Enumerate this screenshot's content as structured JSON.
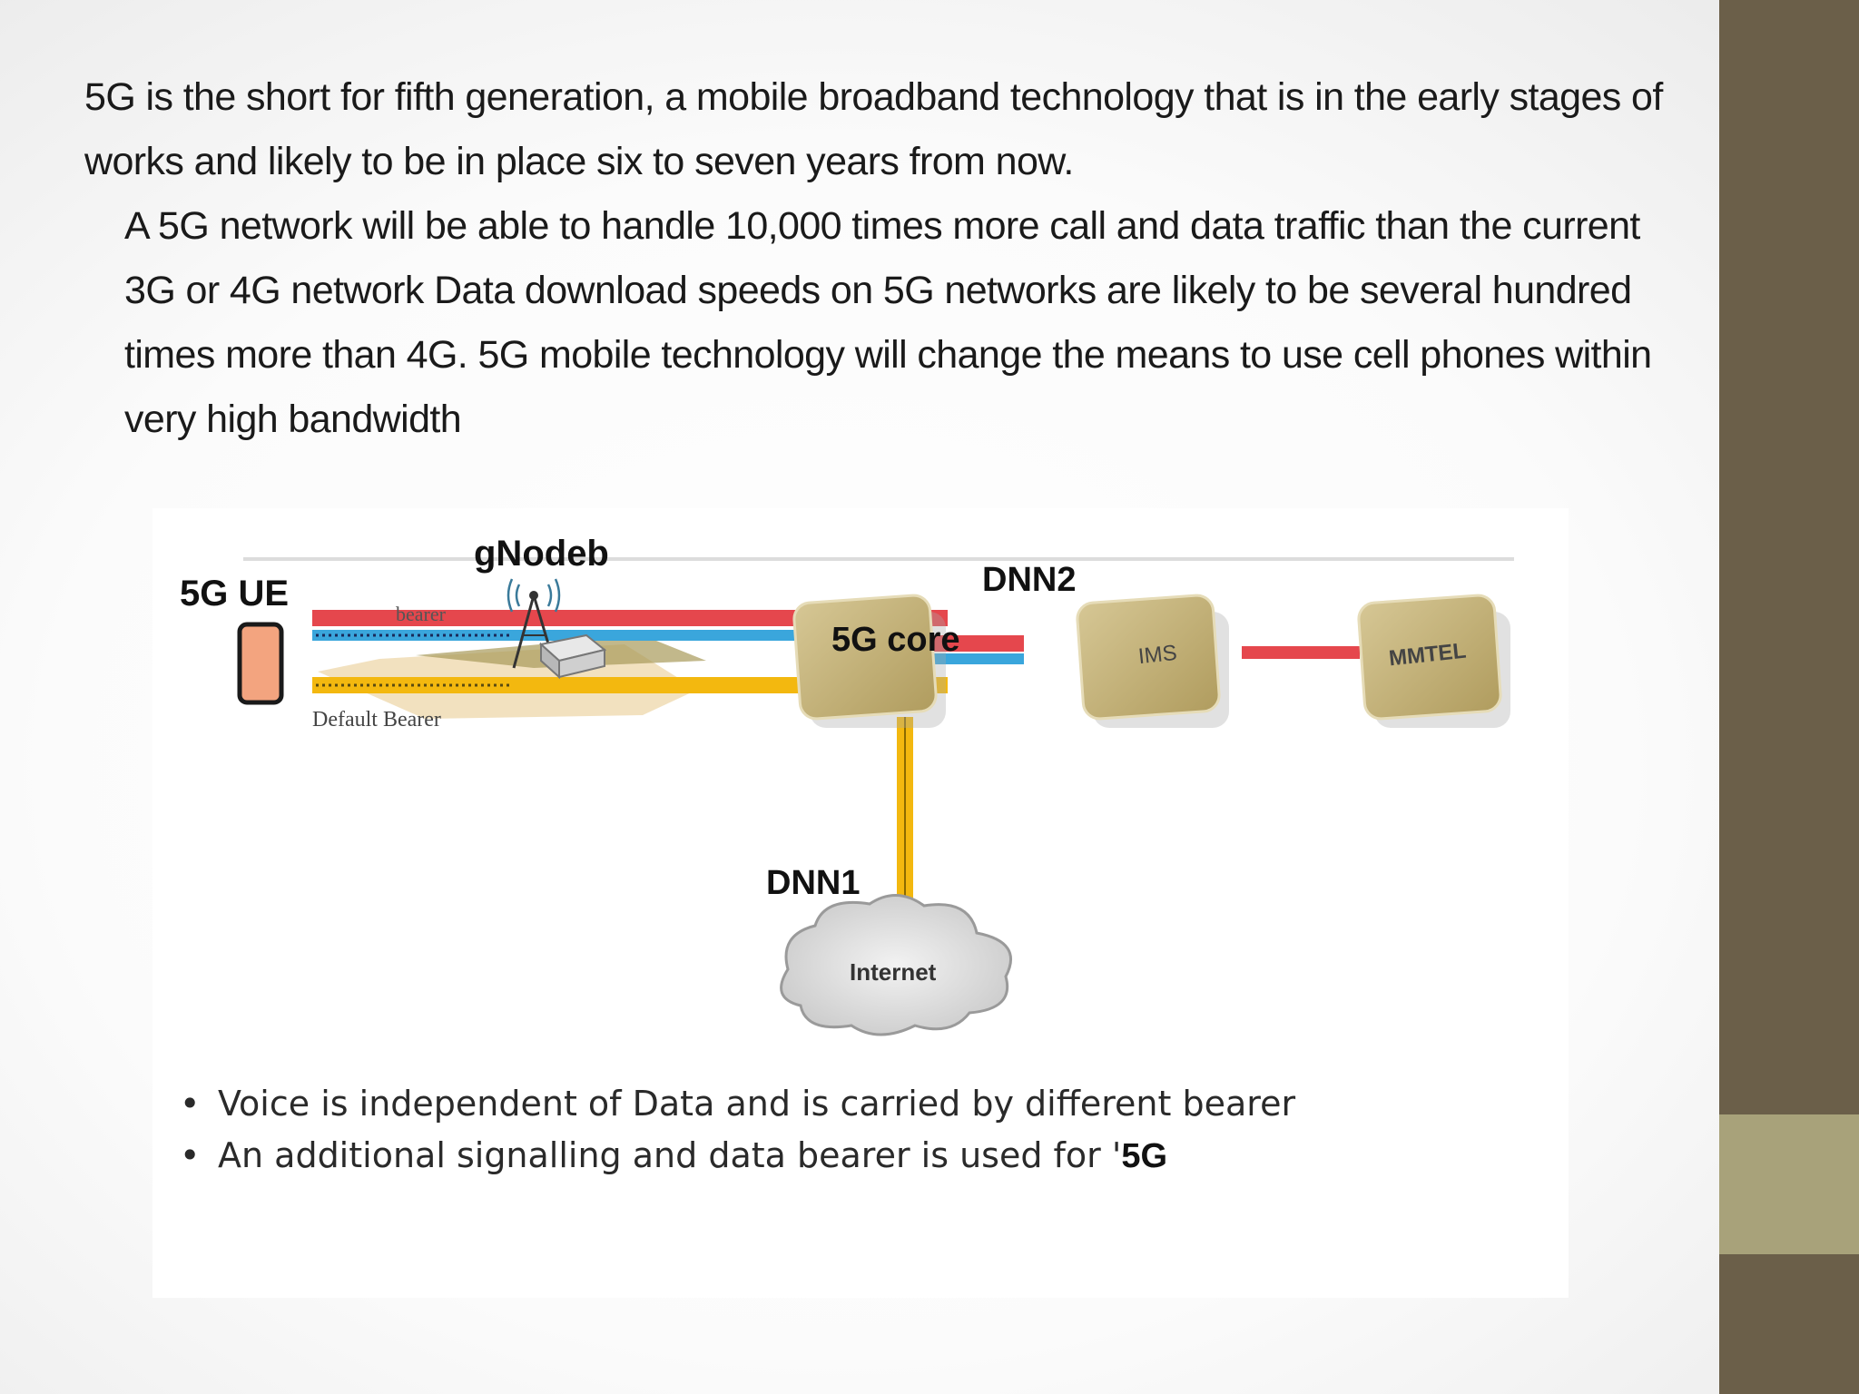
{
  "paragraphs": [
    "5G is the short for fifth generation, a mobile broadband technology that is in the early stages of works and likely to be in place six to seven years from now.",
    "A 5G network will be able to handle 10,000 times more call and data traffic than the current 3G or 4G network Data download speeds on 5G networks are likely to be several hundred times more than 4G.  5G mobile technology will change the means to use  cell phones within very high bandwidth"
  ],
  "diagram": {
    "ue_label": "5G UE",
    "gnodeb_label": "gNodeb",
    "bearer_label": "bearer",
    "default_bearer_label": "Default Bearer",
    "core_label": "5G core",
    "dnn2_label": "DNN2",
    "ims_label": "IMS",
    "mmtel_label": "MMTEL",
    "dnn1_label": "DNN1",
    "internet_label": "Internet"
  },
  "bullets": [
    {
      "text": "Voice is independent of Data and is carried by different bearer",
      "strong": ""
    },
    {
      "text": "An additional signalling and data bearer is used for '",
      "strong": "5G"
    }
  ],
  "colors": {
    "sidebar": "#6b5f49",
    "sidebar_accent": "#a8a27a",
    "voice_bearer": "#e5474d",
    "signalling_bearer": "#3aa6dc",
    "data_bearer": "#f3b80f",
    "node_fill": "#c4b37b"
  }
}
